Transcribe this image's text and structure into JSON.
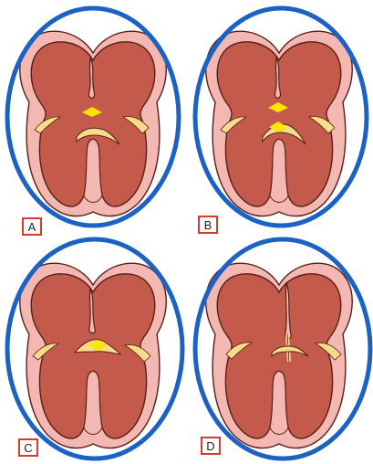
{
  "panels": [
    {
      "label": "A",
      "stage": "A"
    },
    {
      "label": "B",
      "stage": "B"
    },
    {
      "label": "C",
      "stage": "C"
    },
    {
      "label": "D",
      "stage": "D"
    }
  ],
  "colors": {
    "ring": "#1b62c4",
    "outer_tissue": "#f3b8b1",
    "chamber": "#c45a4c",
    "chamber_outline": "#5a1e18",
    "cushion": "#f4dc8a",
    "opening": "#ffe400"
  }
}
